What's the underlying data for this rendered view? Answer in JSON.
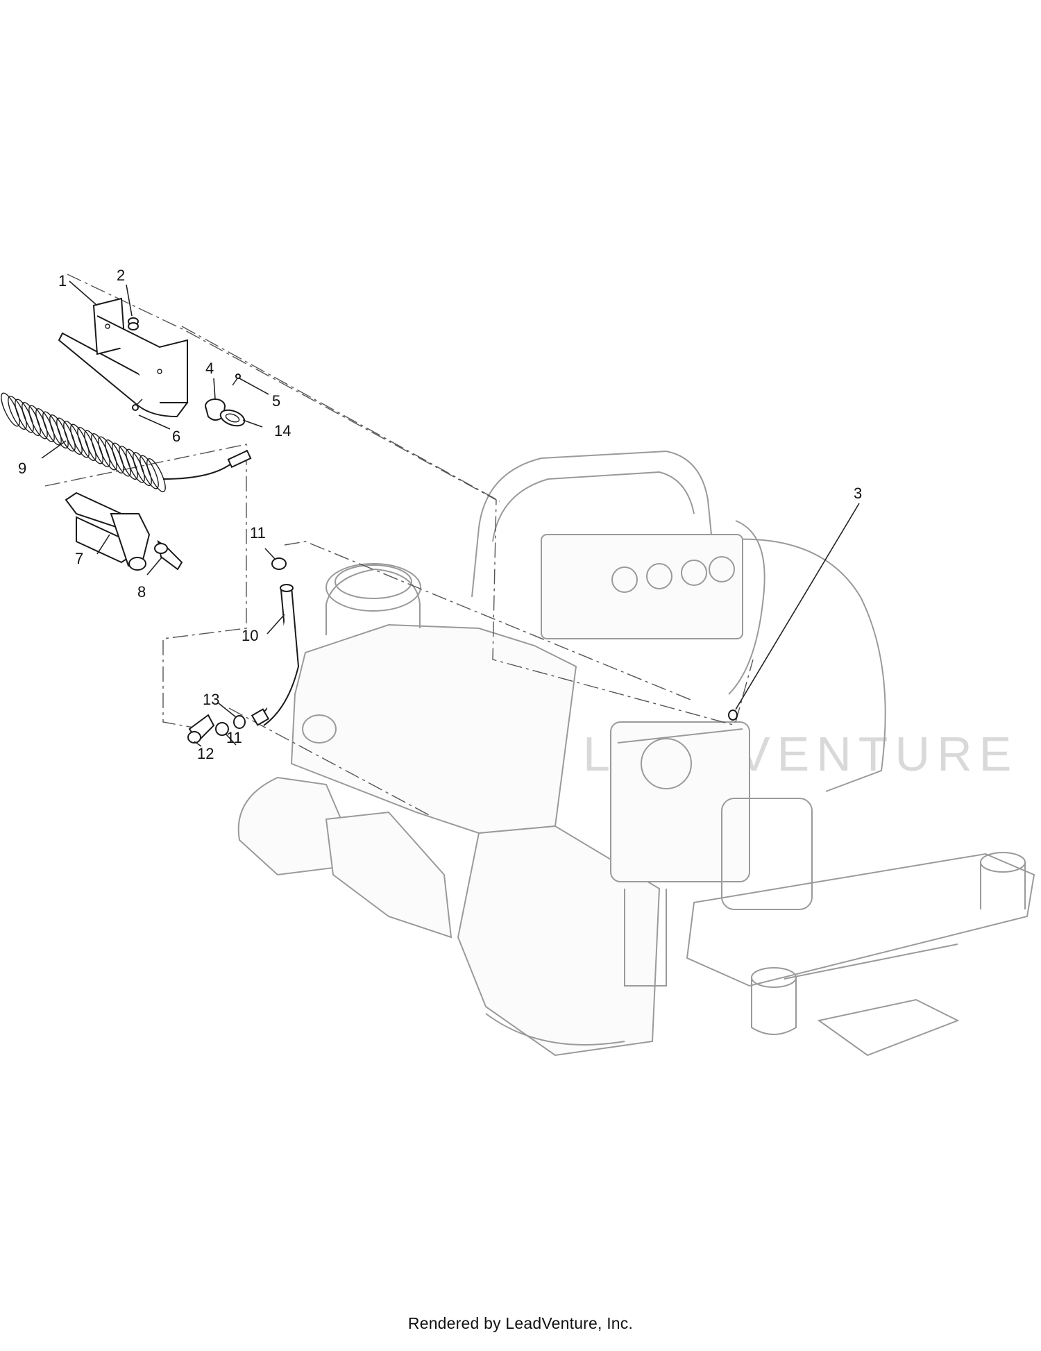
{
  "callouts": [
    {
      "id": "1",
      "label": "1"
    },
    {
      "id": "2",
      "label": "2"
    },
    {
      "id": "3",
      "label": "3"
    },
    {
      "id": "4",
      "label": "4"
    },
    {
      "id": "5",
      "label": "5"
    },
    {
      "id": "6",
      "label": "6"
    },
    {
      "id": "7",
      "label": "7"
    },
    {
      "id": "8",
      "label": "8"
    },
    {
      "id": "9",
      "label": "9"
    },
    {
      "id": "10",
      "label": "10"
    },
    {
      "id": "11a",
      "label": "11"
    },
    {
      "id": "11b",
      "label": "11"
    },
    {
      "id": "12",
      "label": "12"
    },
    {
      "id": "13",
      "label": "13"
    },
    {
      "id": "14",
      "label": "14"
    }
  ],
  "watermark": "LEADVENTURE",
  "footer": "Rendered by LeadVenture, Inc."
}
